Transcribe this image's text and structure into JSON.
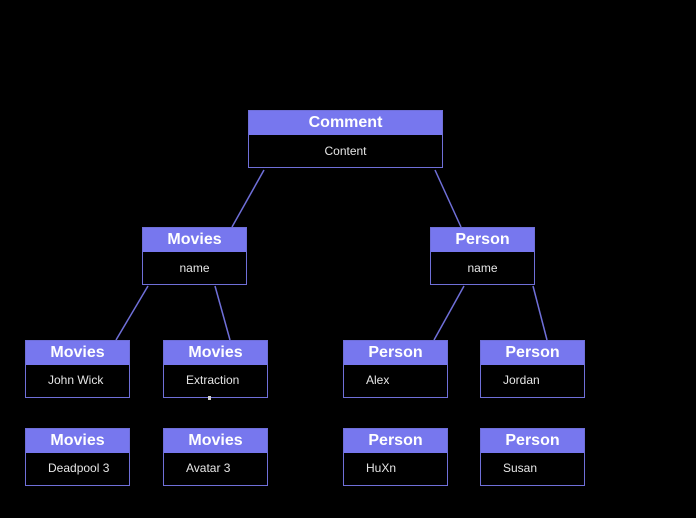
{
  "colors": {
    "background": "#000000",
    "header_fill": "#7777ee",
    "border": "#6f6fd8",
    "header_text": "#ffffff",
    "body_text": "#e6e6e6"
  },
  "nodes": {
    "comment": {
      "title": "Comment",
      "field": "Content"
    },
    "movies_root": {
      "title": "Movies",
      "field": "name"
    },
    "person_root": {
      "title": "Person",
      "field": "name"
    },
    "movies_john_wick": {
      "title": "Movies",
      "field": "John Wick"
    },
    "movies_extraction": {
      "title": "Movies",
      "field": "Extraction"
    },
    "person_alex": {
      "title": "Person",
      "field": "Alex"
    },
    "person_jordan": {
      "title": "Person",
      "field": "Jordan"
    },
    "movies_deadpool": {
      "title": "Movies",
      "field": "Deadpool 3"
    },
    "movies_avatar": {
      "title": "Movies",
      "field": "Avatar 3"
    },
    "person_huxn": {
      "title": "Person",
      "field": "HuXn"
    },
    "person_susan": {
      "title": "Person",
      "field": "Susan"
    }
  },
  "edges": [
    [
      "comment",
      "movies_root"
    ],
    [
      "comment",
      "person_root"
    ],
    [
      "movies_root",
      "movies_john_wick"
    ],
    [
      "movies_root",
      "movies_extraction"
    ],
    [
      "person_root",
      "person_alex"
    ],
    [
      "person_root",
      "person_jordan"
    ]
  ]
}
